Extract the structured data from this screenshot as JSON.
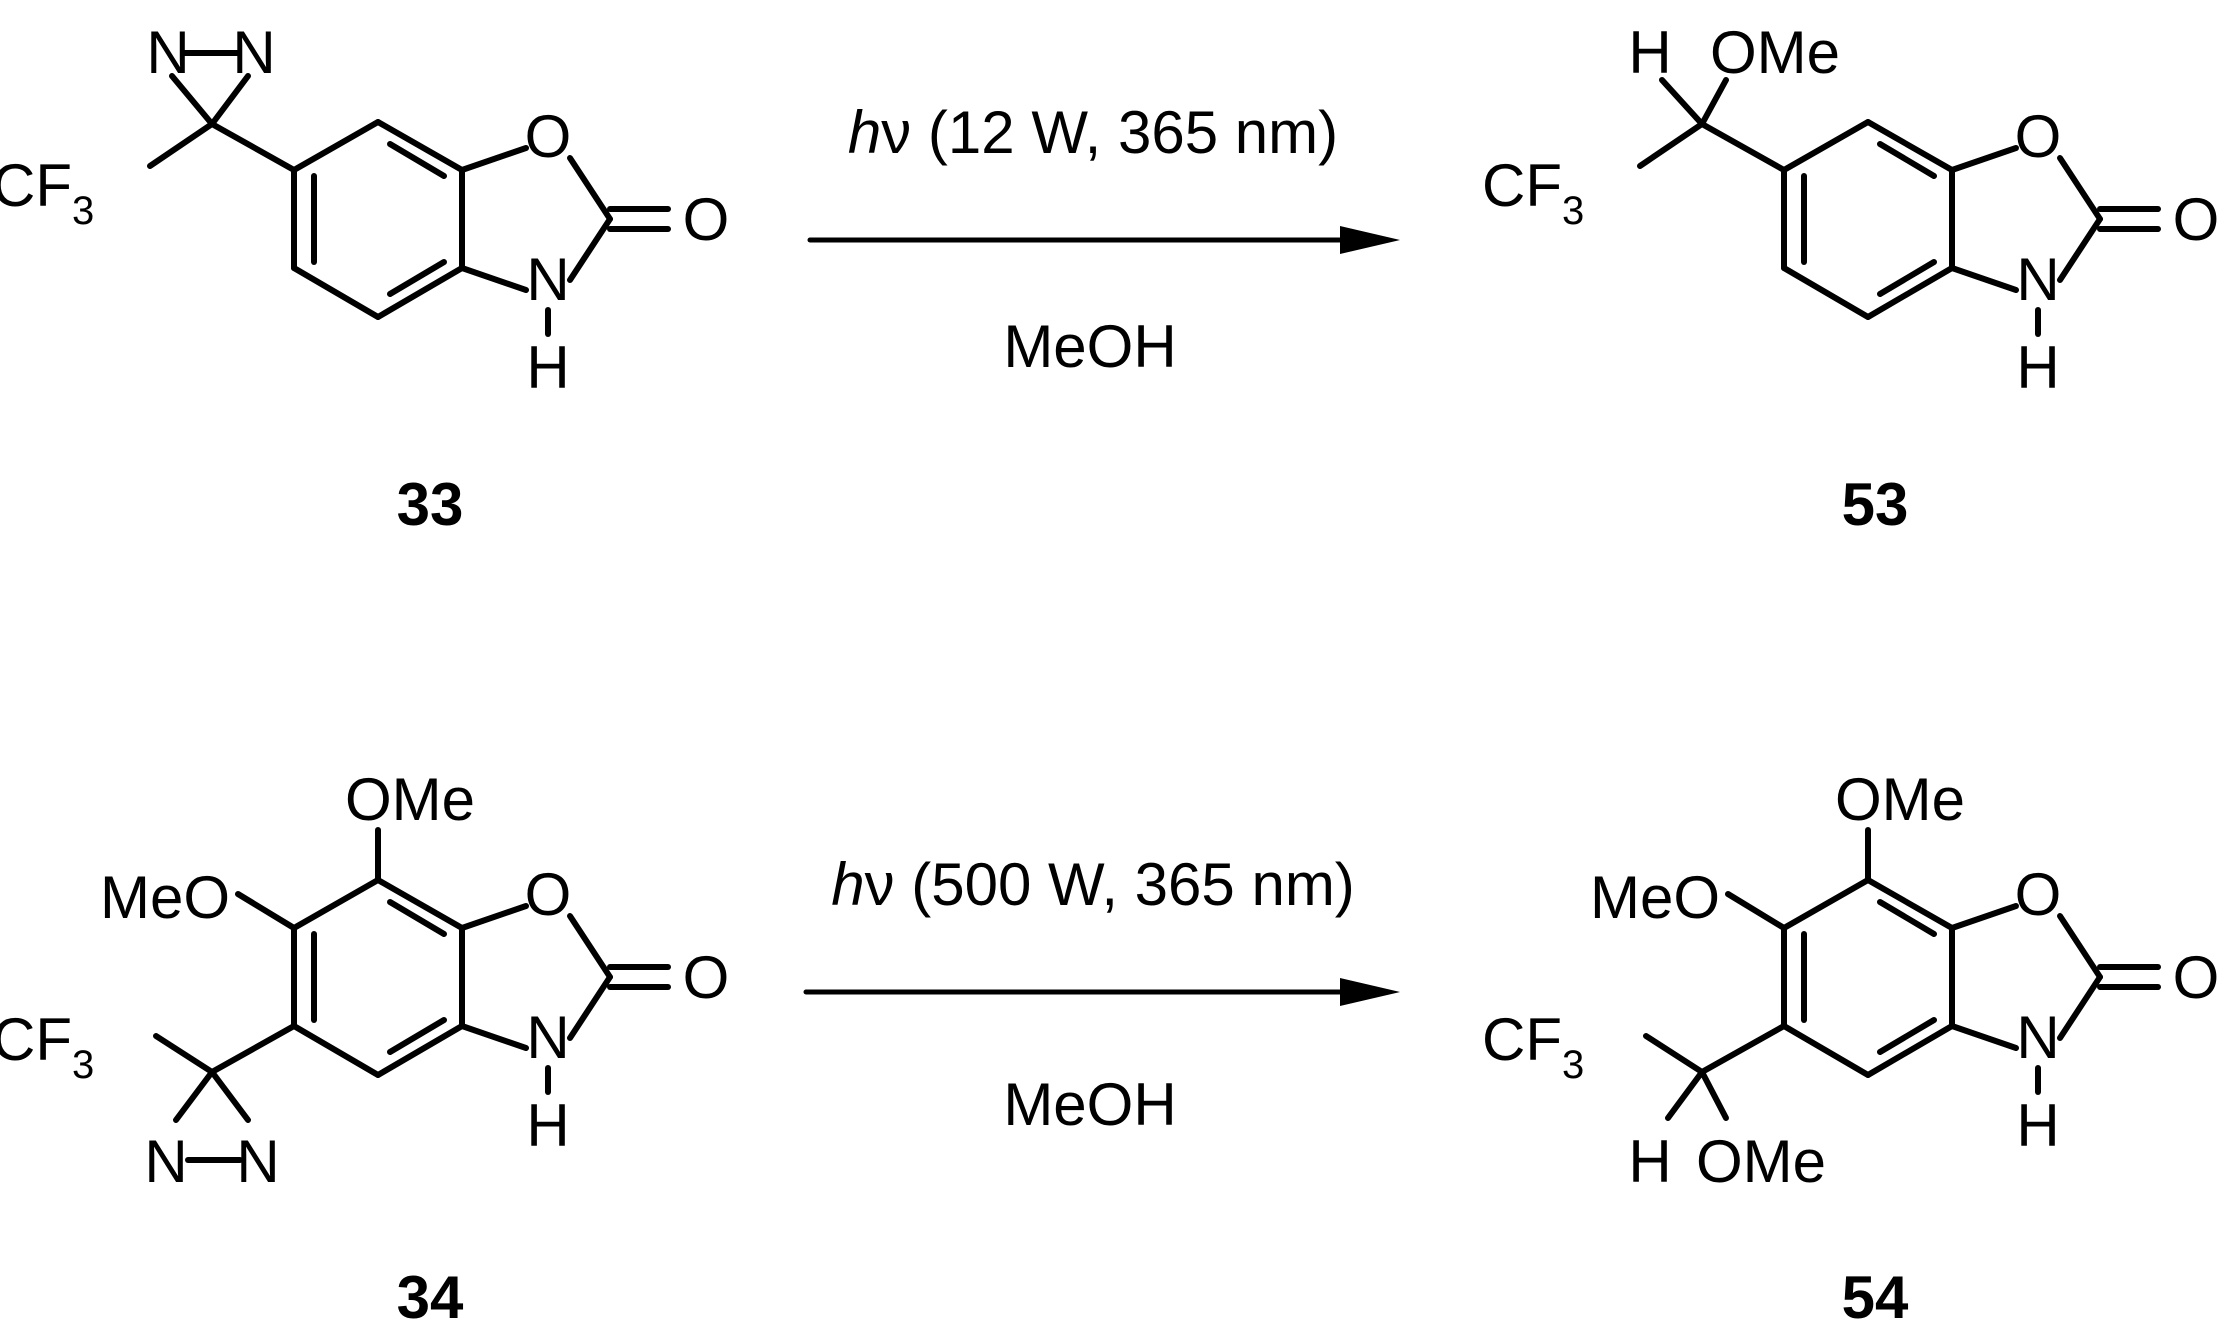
{
  "reactions": [
    {
      "reactant": {
        "number": "33",
        "atoms": {
          "n1": "N",
          "n2": "N",
          "cf3_main": "CF",
          "cf3_sub": "3",
          "o_ring": "O",
          "o_carbonyl": "O",
          "nh_n": "N",
          "nh_h": "H"
        }
      },
      "conditions": {
        "hv_h": "h",
        "hv_nu": "ν",
        "above_rest": " (12 W, 365 nm)",
        "below": "MeOH"
      },
      "product": {
        "number": "53",
        "atoms": {
          "h": "H",
          "ome": "OMe",
          "cf3_main": "CF",
          "cf3_sub": "3",
          "o_ring": "O",
          "o_carbonyl": "O",
          "nh_n": "N",
          "nh_h": "H"
        }
      }
    },
    {
      "reactant": {
        "number": "34",
        "atoms": {
          "ome_top": "OMe",
          "meo": "MeO",
          "cf3_main": "CF",
          "cf3_sub": "3",
          "n1": "N",
          "n2": "N",
          "o_ring": "O",
          "o_carbonyl": "O",
          "nh_n": "N",
          "nh_h": "H"
        }
      },
      "conditions": {
        "hv_h": "h",
        "hv_nu": "ν",
        "above_rest": " (500 W, 365 nm)",
        "below": "MeOH"
      },
      "product": {
        "number": "54",
        "atoms": {
          "ome_top": "OMe",
          "meo": "MeO",
          "cf3_main": "CF",
          "cf3_sub": "3",
          "h": "H",
          "ome_bottom": "OMe",
          "o_ring": "O",
          "o_carbonyl": "O",
          "nh_n": "N",
          "nh_h": "H"
        }
      }
    }
  ]
}
